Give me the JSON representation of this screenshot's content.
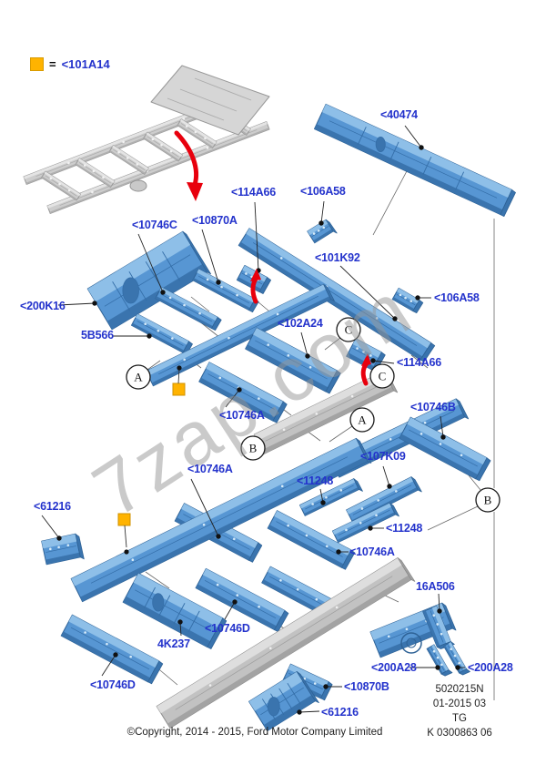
{
  "legend": {
    "equals": "=",
    "part_number": "<101A14"
  },
  "watermark": "7zap.com",
  "part_labels": [
    {
      "id": "l40474",
      "text": "<40474"
    },
    {
      "id": "l114A66a",
      "text": "<114A66"
    },
    {
      "id": "l106A58a",
      "text": "<106A58"
    },
    {
      "id": "l10746C",
      "text": "<10746C"
    },
    {
      "id": "l10870A",
      "text": "<10870A"
    },
    {
      "id": "l101K92",
      "text": "<101K92"
    },
    {
      "id": "l200K16",
      "text": "<200K16"
    },
    {
      "id": "l106A58b",
      "text": "<106A58"
    },
    {
      "id": "l5B566",
      "text": "5B566"
    },
    {
      "id": "l102A24",
      "text": "<102A24"
    },
    {
      "id": "l114A66b",
      "text": "<114A66"
    },
    {
      "id": "l10746B",
      "text": "<10746B"
    },
    {
      "id": "l10746A1",
      "text": "<10746A"
    },
    {
      "id": "l107K09",
      "text": "<107K09"
    },
    {
      "id": "l10746A3",
      "text": "<10746A"
    },
    {
      "id": "l11248a",
      "text": "<11248"
    },
    {
      "id": "l61216a",
      "text": "<61216"
    },
    {
      "id": "l11248b",
      "text": "<11248"
    },
    {
      "id": "l10746A2",
      "text": "<10746A"
    },
    {
      "id": "l16A506",
      "text": "16A506"
    },
    {
      "id": "l10746D2",
      "text": "<10746D"
    },
    {
      "id": "l4K237",
      "text": "4K237"
    },
    {
      "id": "l200A28a",
      "text": "<200A28"
    },
    {
      "id": "l200A28b",
      "text": "<200A28"
    },
    {
      "id": "l10746D1",
      "text": "<10746D"
    },
    {
      "id": "l10870B",
      "text": "<10870B"
    },
    {
      "id": "l61216b",
      "text": "<61216"
    }
  ],
  "callouts": [
    {
      "letter": "A"
    },
    {
      "letter": "C"
    },
    {
      "letter": "C"
    },
    {
      "letter": "A"
    },
    {
      "letter": "B"
    },
    {
      "letter": "B"
    }
  ],
  "info_block": {
    "lines": [
      "5020215N",
      "01-2015 03",
      "TG",
      "K 0300863 06"
    ]
  },
  "footer": {
    "copyright": "©Copyright, 2014 - 2015, Ford Motor Company Limited"
  },
  "colors": {
    "label_blue": "#2433CC",
    "part_blue": "#5796D3",
    "part_gray": "#C2C2C2",
    "accent_orange": "#FFB300",
    "arrow_red": "#E8000D"
  }
}
